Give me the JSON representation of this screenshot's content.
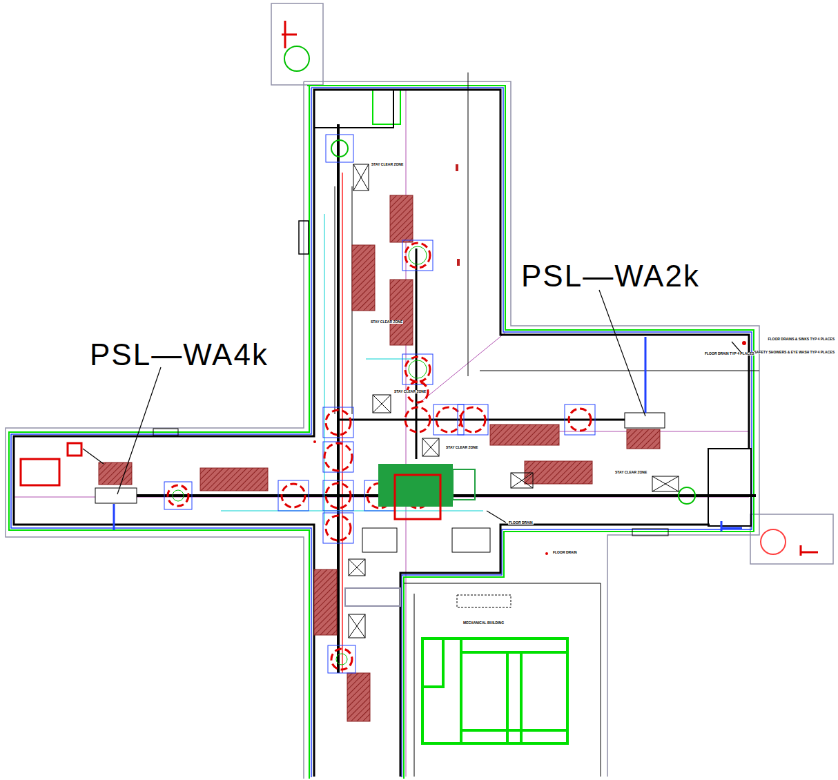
{
  "diagram": {
    "labels": [
      "PSL—WA4k",
      "PSL—WA2k",
      "STAY CLEAR ZONE",
      "STAY CLEAR ZONE",
      "STAY CLEAR ZONE",
      "STAY CLEAR ZONE",
      "STAY CLEAR ZONE",
      "FLOOR DRAIN",
      "FLOOR DRAIN",
      "MECHANICAL BUILDING",
      "FLOOR DRAINS & SINKS TYP 4 PLACES",
      "SAFETY SHOWERS & EYE WASH TYP 4 PLACES",
      "FLOOR DRAIN TYP 4 PLACES"
    ]
  }
}
